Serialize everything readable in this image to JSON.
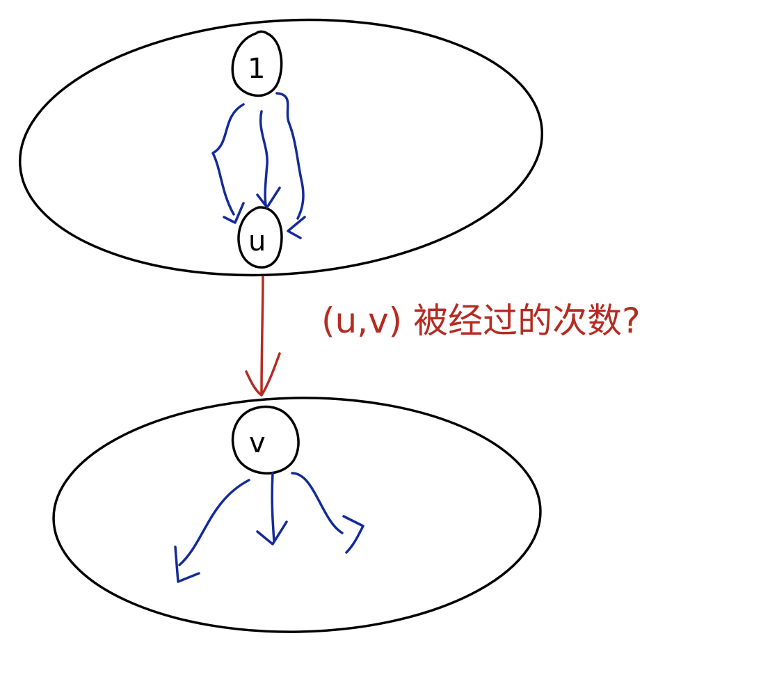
{
  "nodes": {
    "source": {
      "label": "1"
    },
    "tail": {
      "label": "u"
    },
    "head": {
      "label": "v"
    }
  },
  "edge": {
    "label": "(u,v) 被经过的次数?"
  },
  "colors": {
    "ink": "#000000",
    "path_in": "#142a9a",
    "edge": "#b52b22"
  }
}
